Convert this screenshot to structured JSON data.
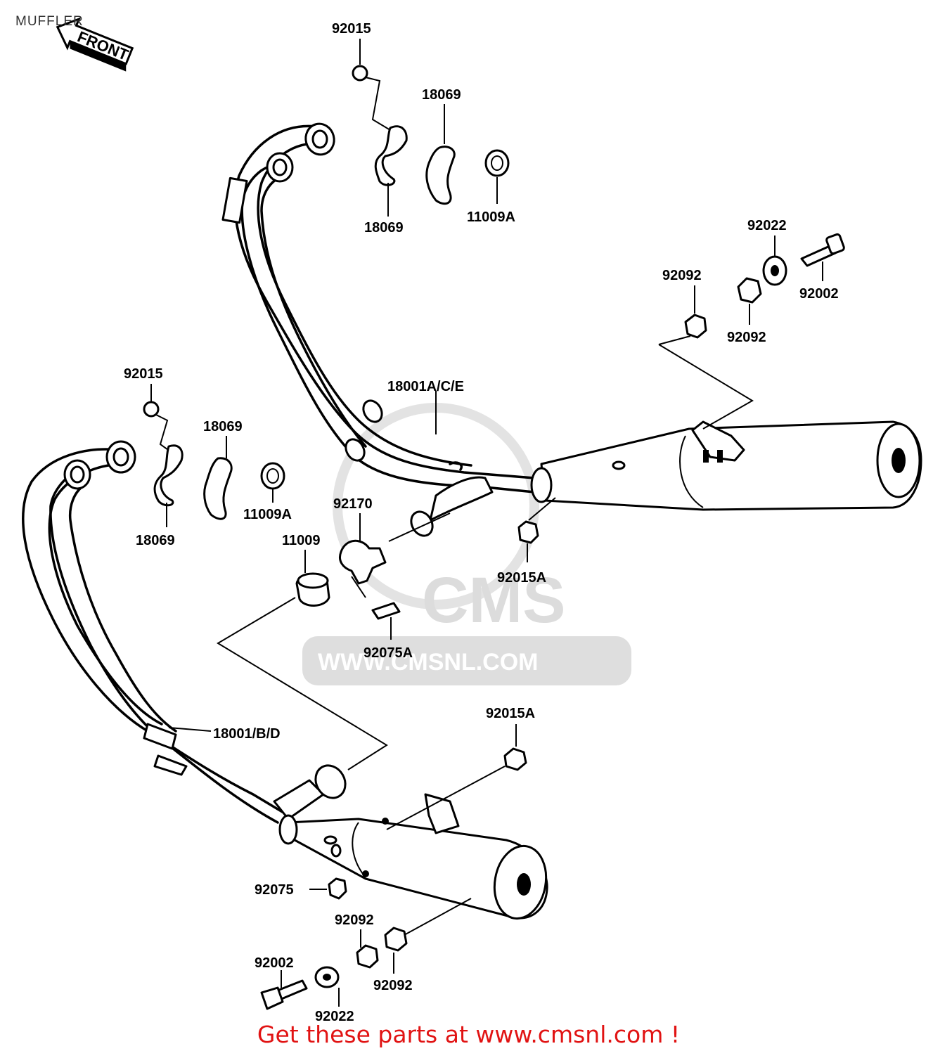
{
  "header": {
    "title": "MUFFLER"
  },
  "front_arrow": {
    "label": "FRONT"
  },
  "watermark": {
    "logo_text": "CMS",
    "url_text": "WWW.CMSNL.COM"
  },
  "footer": {
    "cta": "Get these parts at www.cmsnl.com !"
  },
  "callouts": [
    {
      "id": "c1",
      "text": "92015"
    },
    {
      "id": "c2",
      "text": "18069"
    },
    {
      "id": "c3",
      "text": "18069"
    },
    {
      "id": "c4",
      "text": "11009A"
    },
    {
      "id": "c5",
      "text": "92022"
    },
    {
      "id": "c6",
      "text": "92092"
    },
    {
      "id": "c7",
      "text": "92002"
    },
    {
      "id": "c8",
      "text": "92092"
    },
    {
      "id": "c9",
      "text": "18001A/C/E"
    },
    {
      "id": "c10",
      "text": "92015"
    },
    {
      "id": "c11",
      "text": "18069"
    },
    {
      "id": "c12",
      "text": "18069"
    },
    {
      "id": "c13",
      "text": "11009A"
    },
    {
      "id": "c14",
      "text": "92170"
    },
    {
      "id": "c15",
      "text": "11009"
    },
    {
      "id": "c16",
      "text": "92015A"
    },
    {
      "id": "c17",
      "text": "92075A"
    },
    {
      "id": "c18",
      "text": "18001/B/D"
    },
    {
      "id": "c19",
      "text": "92015A"
    },
    {
      "id": "c20",
      "text": "92075"
    },
    {
      "id": "c21",
      "text": "92092"
    },
    {
      "id": "c22",
      "text": "92092"
    },
    {
      "id": "c23",
      "text": "92002"
    },
    {
      "id": "c24",
      "text": "92022"
    }
  ]
}
